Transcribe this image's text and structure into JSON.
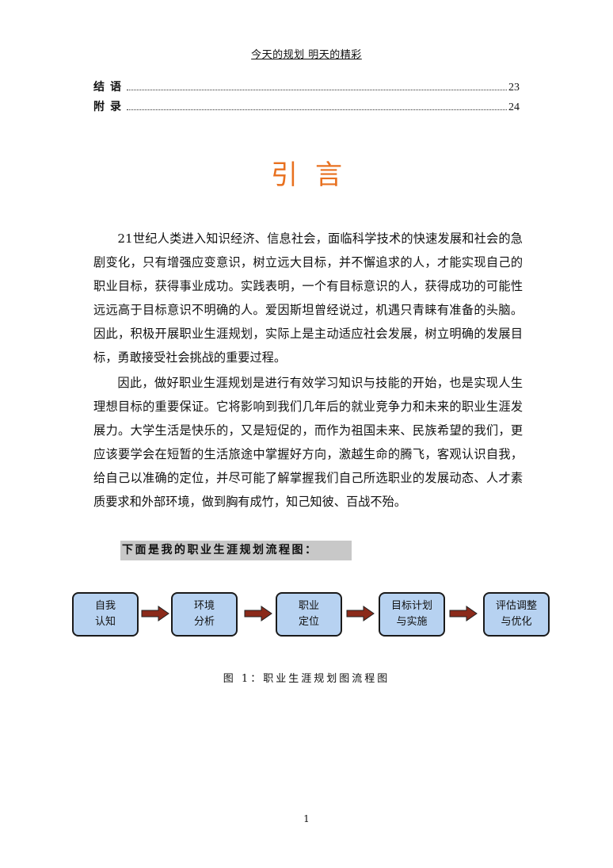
{
  "header": {
    "text": "今天的规划 明天的精彩"
  },
  "toc": [
    {
      "label": "结语",
      "page": "23"
    },
    {
      "label": "附录",
      "page": "24"
    }
  ],
  "title": "引言",
  "paragraphs": [
    "21世纪人类进入知识经济、信息社会，面临科学技术的快速发展和社会的急剧变化，只有增强应变意识，树立远大目标，并不懈追求的人，才能实现自己的职业目标，获得事业成功。实践表明，一个有目标意识的人，获得成功的可能性远远高于目标意识不明确的人。爱因斯坦曾经说过，机遇只青睐有准备的头脑。因此，积极开展职业生涯规划，实际上是主动适应社会发展，树立明确的发展目标，勇敢接受社会挑战的重要过程。",
    "因此，做好职业生涯规划是进行有效学习知识与技能的开始，也是实现人生理想目标的重要保证。它将影响到我们几年后的就业竞争力和未来的职业生涯发展力。大学生活是快乐的，又是短促的，而作为祖国未来、民族希望的我们，更应该要学会在短暂的生活旅途中掌握好方向，激越生命的腾飞，客观认识自我，给自己以准确的定位，并尽可能了解掌握我们自己所选职业的发展动态、人才素质要求和外部环境，做到胸有成竹，知己知彼、百战不殆。"
  ],
  "flow": {
    "label": "下面是我的职业生涯规划流程图：",
    "steps": [
      {
        "line1": "自我",
        "line2": "认知"
      },
      {
        "line1": "环境",
        "line2": "分析"
      },
      {
        "line1": "职业",
        "line2": "定位"
      },
      {
        "line1": "目标计划",
        "line2": "与实施"
      },
      {
        "line1": "评估调整",
        "line2": "与优化"
      }
    ],
    "caption": "图 1：职业生涯规划图流程图",
    "box_color": "#b7d2f1",
    "arrow_color": "#8b2a1a"
  },
  "page_number": "1"
}
